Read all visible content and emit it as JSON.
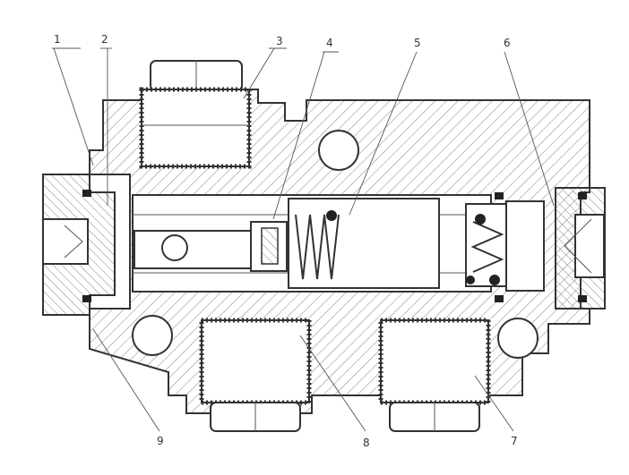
{
  "drawing": {
    "callouts": [
      "1",
      "2",
      "3",
      "4",
      "5",
      "6",
      "7",
      "8",
      "9"
    ]
  },
  "colors": {
    "line": "#333333",
    "hatch": "#777777",
    "seal": "#222222",
    "background": "#ffffff"
  }
}
